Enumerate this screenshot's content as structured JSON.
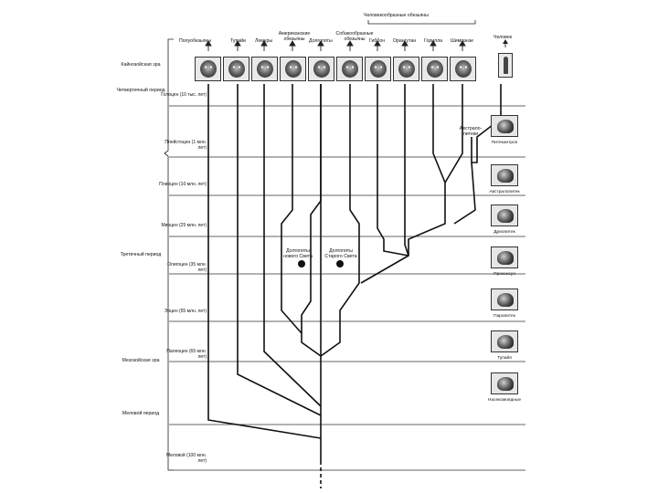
{
  "header": {
    "bracket_title": "Человекообразные обезьяны",
    "human_label": "Человек"
  },
  "taxa": [
    {
      "label": "Полуобезьяны",
      "icon": "lemur-portrait-icon"
    },
    {
      "label": "Тупайи",
      "icon": "tupaia-portrait-icon"
    },
    {
      "label": "Лемуры",
      "icon": "lemur-portrait-icon"
    },
    {
      "label": "Американские обезьяны",
      "icon": "new-world-monkey-portrait-icon"
    },
    {
      "label": "Долгопяты",
      "icon": "tarsier-portrait-icon"
    },
    {
      "label": "Собакообразные обезьяны",
      "icon": "baboon-portrait-icon"
    },
    {
      "label": "Гиббон",
      "icon": "gibbon-portrait-icon"
    },
    {
      "label": "Орангутан",
      "icon": "orangutan-portrait-icon"
    },
    {
      "label": "Горилла",
      "icon": "gorilla-portrait-icon"
    },
    {
      "label": "Шимпанзе",
      "icon": "chimpanzee-portrait-icon"
    }
  ],
  "eras": [
    {
      "label": "Кайнозойская эра"
    },
    {
      "label": "Четвертичный период"
    },
    {
      "label": "Третичный период"
    },
    {
      "label": "Мезозойская эра"
    },
    {
      "label": "Меловой период"
    }
  ],
  "periods": [
    {
      "label": "Голоцен (10 тыс. лет)"
    },
    {
      "label": "Плейстоцен (1 млн. лет)"
    },
    {
      "label": "Плиоцен (10 млн. лет)"
    },
    {
      "label": "Миоцен (25 млн. лет)"
    },
    {
      "label": "Олигоцен (35 млн. лет)"
    },
    {
      "label": "Эоцен (55 млн. лет)"
    },
    {
      "label": "Палеоцен (65 млн. лет)"
    },
    {
      "label": "Меловой (100 млн. лет)"
    }
  ],
  "fossils": [
    {
      "label": "Питекантроп",
      "icon": "pithecanthropus-skull-icon"
    },
    {
      "label": "Австралопитек",
      "icon": "australopithecus-skull-icon"
    },
    {
      "label": "Дриопитек",
      "icon": "dryopithecus-skull-icon"
    },
    {
      "label": "Проконсул",
      "icon": "proconsul-skull-icon"
    },
    {
      "label": "Парапитек",
      "icon": "parapithecus-skull-icon"
    },
    {
      "label": "Тупайя",
      "icon": "tupaia-fossil-icon"
    },
    {
      "label": "Насекомоядные",
      "icon": "insectivore-icon"
    }
  ],
  "annotations": [
    {
      "label": "Долгопяты нового Света"
    },
    {
      "label": "Долгопяты Старого Света"
    },
    {
      "label": "Австрало-питеки"
    }
  ]
}
